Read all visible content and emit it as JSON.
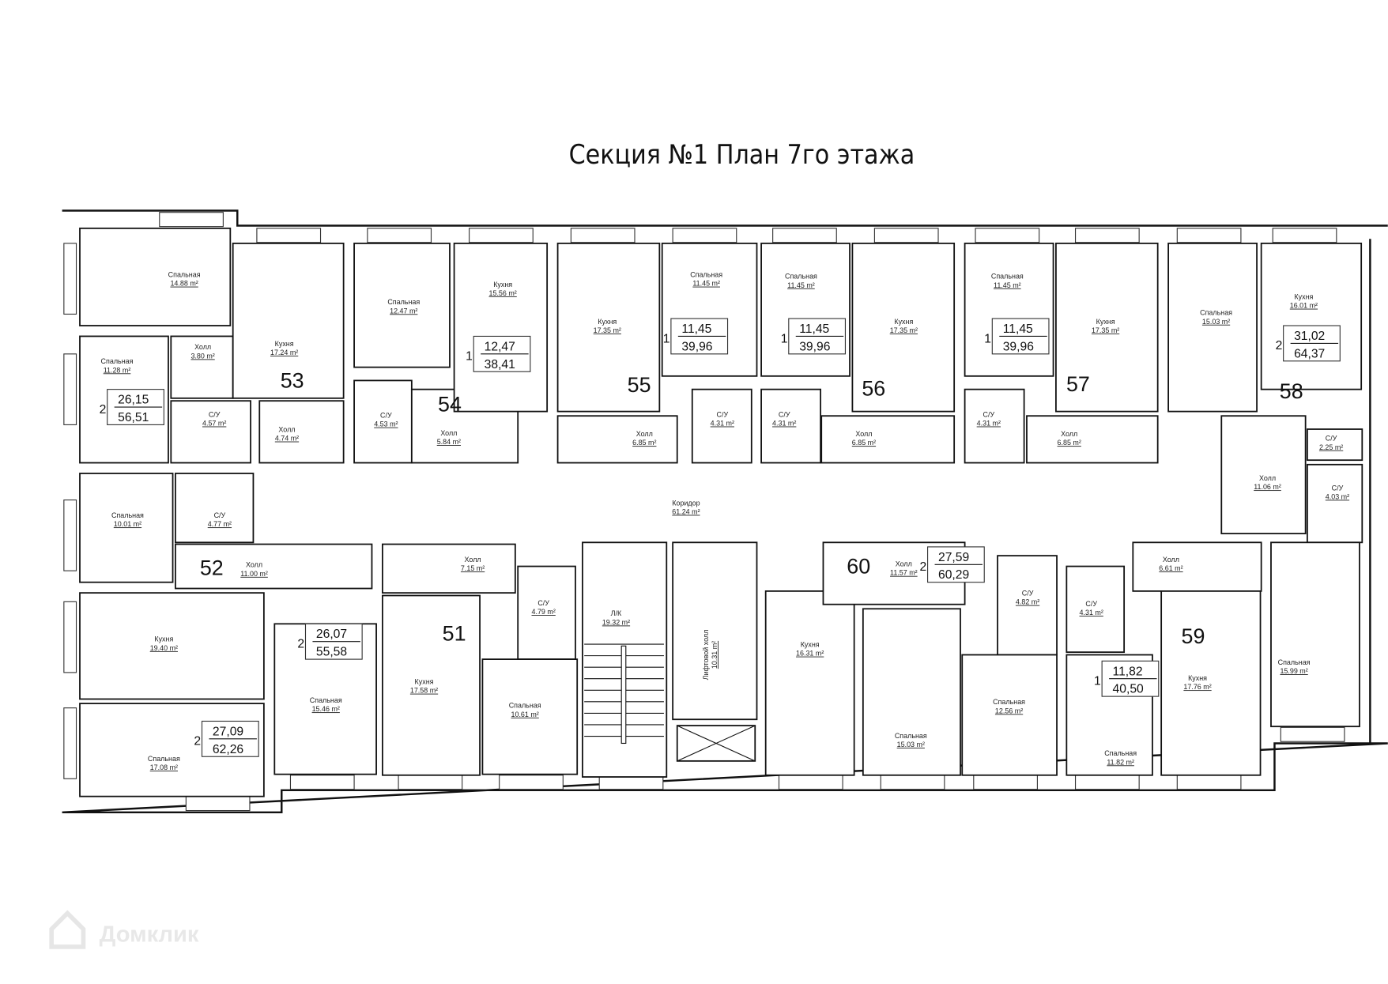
{
  "title": "Секция №1 План 7го этажа",
  "watermark": "Домклик",
  "area_unit": "m²",
  "apartment_numbers": [
    "53",
    "54",
    "55",
    "56",
    "57",
    "58",
    "52",
    "51",
    "60",
    "59"
  ],
  "apartment_badges": [
    {
      "rooms": "2",
      "living": "26,15",
      "total": "56,51"
    },
    {
      "rooms": "1",
      "living": "12,47",
      "total": "38,41"
    },
    {
      "rooms": "1",
      "living": "11,45",
      "total": "39,96"
    },
    {
      "rooms": "1",
      "living": "11,45",
      "total": "39,96"
    },
    {
      "rooms": "1",
      "living": "11,45",
      "total": "39,96"
    },
    {
      "rooms": "2",
      "living": "31,02",
      "total": "64,37"
    },
    {
      "rooms": "2",
      "living": "26,07",
      "total": "55,58"
    },
    {
      "rooms": "2",
      "living": "27,09",
      "total": "62,26"
    },
    {
      "rooms": "2",
      "living": "27,59",
      "total": "60,29"
    },
    {
      "rooms": "1",
      "living": "11,82",
      "total": "40,50"
    }
  ],
  "rooms": [
    {
      "name": "Спальная",
      "area": "14.88 m²"
    },
    {
      "name": "Спальная",
      "area": "11.28 m²"
    },
    {
      "name": "Холл",
      "area": "3.80 m²"
    },
    {
      "name": "С/У",
      "area": "4.57 m²"
    },
    {
      "name": "Кухня",
      "area": "17.24 m²"
    },
    {
      "name": "Холл",
      "area": "4.74 m²"
    },
    {
      "name": "Спальная",
      "area": "12.47 m²"
    },
    {
      "name": "С/У",
      "area": "4.53 m²"
    },
    {
      "name": "Холл",
      "area": "5.84 m²"
    },
    {
      "name": "Кухня",
      "area": "15.56 m²"
    },
    {
      "name": "Кухня",
      "area": "17.35 m²"
    },
    {
      "name": "Холл",
      "area": "6.85 m²"
    },
    {
      "name": "Спальная",
      "area": "11.45 m²"
    },
    {
      "name": "С/У",
      "area": "4.31 m²"
    },
    {
      "name": "С/У",
      "area": "4.31 m²"
    },
    {
      "name": "Спальная",
      "area": "11.45 m²"
    },
    {
      "name": "Кухня",
      "area": "17.35 m²"
    },
    {
      "name": "Холл",
      "area": "6.85 m²"
    },
    {
      "name": "Спальная",
      "area": "11.45 m²"
    },
    {
      "name": "С/У",
      "area": "4.31 m²"
    },
    {
      "name": "Кухня",
      "area": "17.35 m²"
    },
    {
      "name": "Холл",
      "area": "6.85 m²"
    },
    {
      "name": "Спальная",
      "area": "15.03 m²"
    },
    {
      "name": "Кухня",
      "area": "16.01 m²"
    },
    {
      "name": "С/У",
      "area": "2.25 m²"
    },
    {
      "name": "Холл",
      "area": "11.06 m²"
    },
    {
      "name": "С/У",
      "area": "4.03 m²"
    },
    {
      "name": "Коридор",
      "area": "61.24 m²"
    },
    {
      "name": "С/У",
      "area": "4.77 m²"
    },
    {
      "name": "Спальная",
      "area": "10.01 m²"
    },
    {
      "name": "Холл",
      "area": "11.00 m²"
    },
    {
      "name": "Холл",
      "area": "7.15 m²"
    },
    {
      "name": "Кухня",
      "area": "19.40 m²"
    },
    {
      "name": "Спальная",
      "area": "17.08 m²"
    },
    {
      "name": "Спальная",
      "area": "15.46 m²"
    },
    {
      "name": "Кухня",
      "area": "17.58 m²"
    },
    {
      "name": "С/У",
      "area": "4.79 m²"
    },
    {
      "name": "Спальная",
      "area": "10.61 m²"
    },
    {
      "name": "Л/К",
      "area": "19.32 m²"
    },
    {
      "name": "Лифтовой холл",
      "area": "10.31 m²"
    },
    {
      "name": "Кухня",
      "area": "16.31 m²"
    },
    {
      "name": "Холл",
      "area": "11.57 m²"
    },
    {
      "name": "Спальная",
      "area": "15.03 m²"
    },
    {
      "name": "С/У",
      "area": "4.82 m²"
    },
    {
      "name": "Спальная",
      "area": "12.56 m²"
    },
    {
      "name": "С/У",
      "area": "4.31 m²"
    },
    {
      "name": "Спальная",
      "area": "11.82 m²"
    },
    {
      "name": "Холл",
      "area": "6.61 m²"
    },
    {
      "name": "Кухня",
      "area": "17.76 m²"
    },
    {
      "name": "Спальная",
      "area": "15.99 m²"
    }
  ]
}
